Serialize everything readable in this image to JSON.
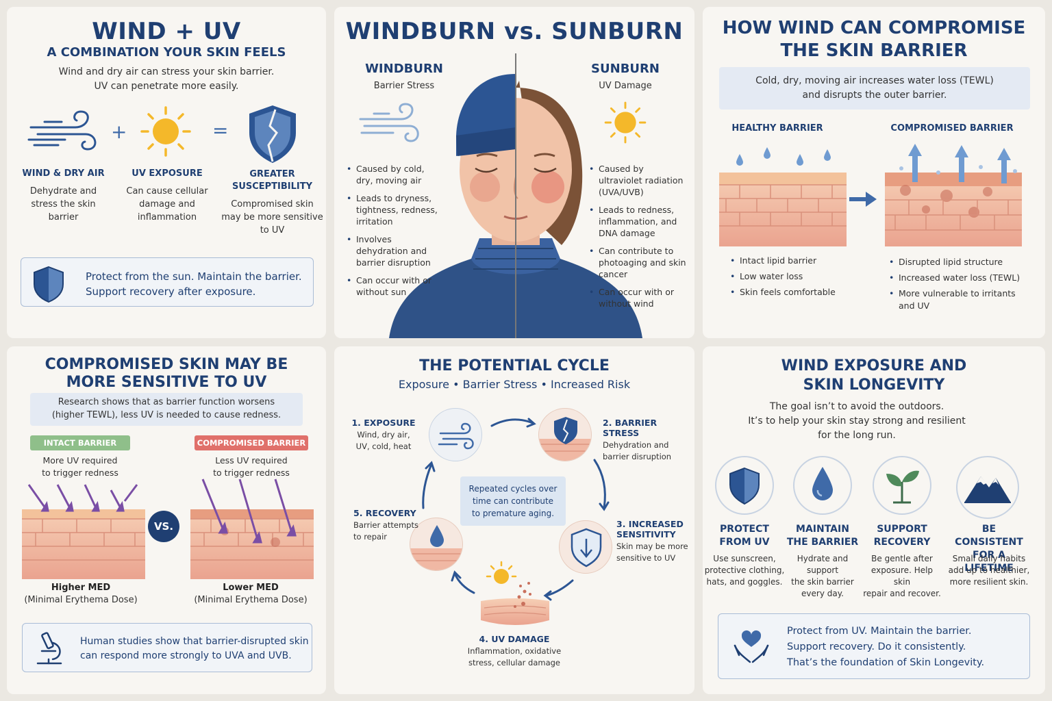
{
  "p1": {
    "title": "WIND + UV",
    "subtitle": "A COMBINATION YOUR SKIN FEELS",
    "intro1": "Wind and dry air can stress your skin barrier.",
    "intro2": "UV can penetrate more easily.",
    "plus": "+",
    "equals": "=",
    "items": [
      {
        "label": "WIND & DRY AIR",
        "label2": "",
        "desc": [
          "Dehydrate and",
          "stress the skin",
          "barrier"
        ]
      },
      {
        "label": "UV EXPOSURE",
        "label2": "",
        "desc": [
          "Can cause cellular",
          "damage and",
          "inflammation"
        ]
      },
      {
        "label": "GREATER",
        "label2": "SUSCEPTIBILITY",
        "desc": [
          "Compromised skin",
          "may be more sensitive",
          "to UV"
        ]
      }
    ],
    "callout": [
      "Protect from the sun. Maintain the barrier.",
      "Support recovery after exposure."
    ]
  },
  "p2": {
    "title": "WINDBURN vs. SUNBURN",
    "left": {
      "title": "WINDBURN",
      "sub": "Barrier Stress",
      "bullets": [
        "Caused by cold, dry, moving air",
        "Leads to dryness, tightness, redness, irritation",
        "Involves dehydration and barrier disruption",
        "Can occur with or without sun"
      ]
    },
    "right": {
      "title": "SUNBURN",
      "sub": "UV Damage",
      "bullets": [
        "Caused by ultraviolet radiation (UVA/UVB)",
        "Leads to redness, inflammation, and DNA damage",
        "Can contribute to photoaging and skin cancer",
        "Can occur with or without wind"
      ]
    }
  },
  "p3": {
    "title1": "HOW WIND CAN COMPROMISE",
    "title2": "THE SKIN BARRIER",
    "info1": "Cold, dry, moving air increases water loss (TEWL)",
    "info2": "and disrupts the outer barrier.",
    "healthy": {
      "title": "HEALTHY BARRIER",
      "bullets": [
        "Intact lipid barrier",
        "Low water loss",
        "Skin feels comfortable"
      ]
    },
    "compromised": {
      "title": "COMPROMISED BARRIER",
      "bullets": [
        "Disrupted lipid structure",
        "Increased water loss (TEWL)",
        "More vulnerable to irritants and UV"
      ]
    }
  },
  "p4": {
    "title1": "COMPROMISED SKIN MAY BE",
    "title2": "MORE SENSITIVE TO UV",
    "info1": "Research shows that as barrier function worsens",
    "info2": "(higher TEWL), less UV is needed to cause redness.",
    "intact": {
      "badge": "INTACT BARRIER",
      "desc1": "More UV required",
      "desc2": "to trigger redness",
      "med": "Higher MED",
      "med2": "(Minimal Erythema Dose)"
    },
    "comp": {
      "badge": "COMPROMISED BARRIER",
      "desc1": "Less UV required",
      "desc2": "to trigger redness",
      "med": "Lower MED",
      "med2": "(Minimal Erythema Dose)"
    },
    "vs": "VS.",
    "callout": [
      "Human studies show that barrier-disrupted skin",
      "can respond more strongly to UVA and UVB."
    ],
    "colors": {
      "intact": "#8fbf8a",
      "compromised": "#e0706a"
    }
  },
  "p5": {
    "title": "THE POTENTIAL CYCLE",
    "subtitle": "Exposure • Barrier Stress • Increased Risk",
    "center": [
      "Repeated cycles over",
      "time can contribute",
      "to premature aging."
    ],
    "steps": [
      {
        "title": "1. EXPOSURE",
        "desc": [
          "Wind, dry air,",
          "UV, cold, heat"
        ]
      },
      {
        "title": "2. BARRIER STRESS",
        "desc": [
          "Dehydration and",
          "barrier disruption"
        ]
      },
      {
        "title": "3. INCREASED",
        "title2": "SENSITIVITY",
        "desc": [
          "Skin may be more",
          "sensitive to UV"
        ]
      },
      {
        "title": "4. UV DAMAGE",
        "desc": [
          "Inflammation, oxidative",
          "stress, cellular damage"
        ]
      },
      {
        "title": "5. RECOVERY",
        "desc": [
          "Barrier attempts",
          "to repair"
        ]
      }
    ]
  },
  "p6": {
    "title1": "WIND EXPOSURE AND",
    "title2": "SKIN LONGEVITY",
    "intro": [
      "The goal isn’t to avoid the outdoors.",
      "It’s to help your skin stay strong and resilient",
      "for the long run."
    ],
    "items": [
      {
        "l1": "PROTECT",
        "l2": "FROM UV",
        "desc": [
          "Use sunscreen,",
          "protective clothing,",
          "hats, and goggles."
        ],
        "icon": "shield-icon"
      },
      {
        "l1": "MAINTAIN",
        "l2": "THE BARRIER",
        "desc": [
          "Hydrate and support",
          "the skin barrier",
          "every day."
        ],
        "icon": "water-drop-icon"
      },
      {
        "l1": "SUPPORT",
        "l2": "RECOVERY",
        "desc": [
          "Be gentle after",
          "exposure. Help skin",
          "repair and recover."
        ],
        "icon": "sprout-icon"
      },
      {
        "l1": "BE CONSISTENT",
        "l2": "FOR A LIFETIME",
        "desc": [
          "Small daily habits",
          "add up to healthier,",
          "more resilient skin."
        ],
        "icon": "mountain-icon"
      }
    ],
    "callout": [
      "Protect from UV. Maintain the barrier.",
      "Support recovery. Do it consistently.",
      "That’s the foundation of Skin Longevity."
    ]
  },
  "colors": {
    "navy": "#1f3f72",
    "sun": "#f4b82a",
    "skin": "#f0b8a4",
    "accent": "#3f6aa8"
  }
}
